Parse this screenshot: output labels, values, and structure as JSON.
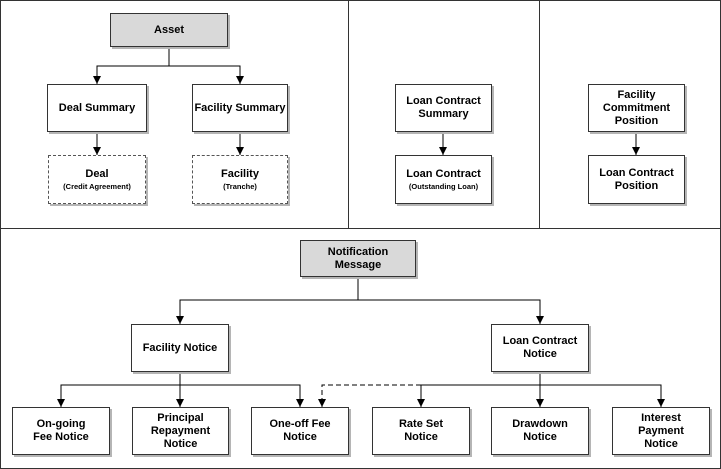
{
  "colors": {
    "line": "#000000",
    "box_border": "#333333",
    "gray_fill": "#d9d9d9",
    "shadow": "#b5b5b5"
  },
  "asset": {
    "line1": "Asset"
  },
  "deal_summary": {
    "line1": "Deal Summary"
  },
  "facility_summary": {
    "line1": "Facility Summary"
  },
  "deal": {
    "line1": "Deal",
    "sub": "(Credit Agreement)"
  },
  "facility": {
    "line1": "Facility",
    "sub": "(Tranche)"
  },
  "loan_contract_summary": {
    "line1": "Loan Contract",
    "line2": "Summary"
  },
  "loan_contract_outstanding": {
    "line1": "Loan Contract",
    "sub": "(Outstanding Loan)"
  },
  "facility_commitment_position": {
    "line1": "Facility",
    "line2": "Commitment",
    "line3": "Position"
  },
  "loan_contract_position": {
    "line1": "Loan Contract",
    "line2": "Position"
  },
  "notification_message": {
    "line1": "Notification",
    "line2": "Message"
  },
  "facility_notice": {
    "line1": "Facility Notice"
  },
  "loan_contract_notice": {
    "line1": "Loan Contract",
    "line2": "Notice"
  },
  "ongoing_fee_notice": {
    "line1": "On-going",
    "line2": "Fee Notice"
  },
  "principal_repayment_notice": {
    "line1": "Principal",
    "line2": "Repayment",
    "line3": "Notice"
  },
  "oneoff_fee_notice": {
    "line1": "One-off Fee",
    "line2": "Notice"
  },
  "rate_set_notice": {
    "line1": "Rate Set",
    "line2": "Notice"
  },
  "drawdown_notice": {
    "line1": "Drawdown",
    "line2": "Notice"
  },
  "interest_payment_notice": {
    "line1": "Interest",
    "line2": "Payment",
    "line3": "Notice"
  }
}
